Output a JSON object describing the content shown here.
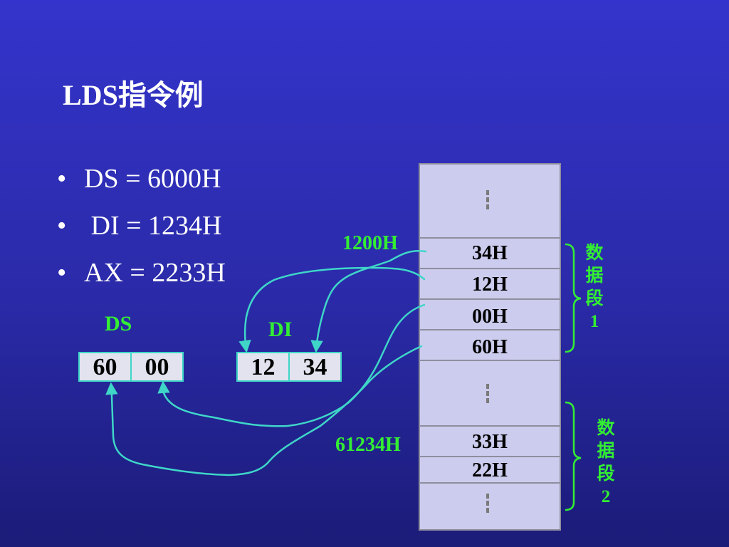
{
  "title": "LDS指令例",
  "bullets": [
    "DS = 6000H",
    " DI = 1234H",
    "AX = 2233H"
  ],
  "registers": {
    "ds": {
      "label": "DS",
      "cells": [
        "60",
        "00"
      ]
    },
    "di": {
      "label": "DI",
      "cells": [
        "12",
        "34"
      ]
    }
  },
  "addresses": {
    "start": "1200H",
    "second": "61234H"
  },
  "memory": {
    "segment1": [
      "34H",
      "12H",
      "00H",
      "60H"
    ],
    "segment2": [
      "33H",
      "22H"
    ]
  },
  "segment_labels": {
    "seg1": [
      "数",
      "据",
      "段",
      "1"
    ],
    "seg2": [
      "数",
      "据",
      "段",
      "2"
    ]
  },
  "colors": {
    "arrow": "#3fd6c8",
    "label": "#33ee33",
    "memory_fill": "#ccccee"
  }
}
